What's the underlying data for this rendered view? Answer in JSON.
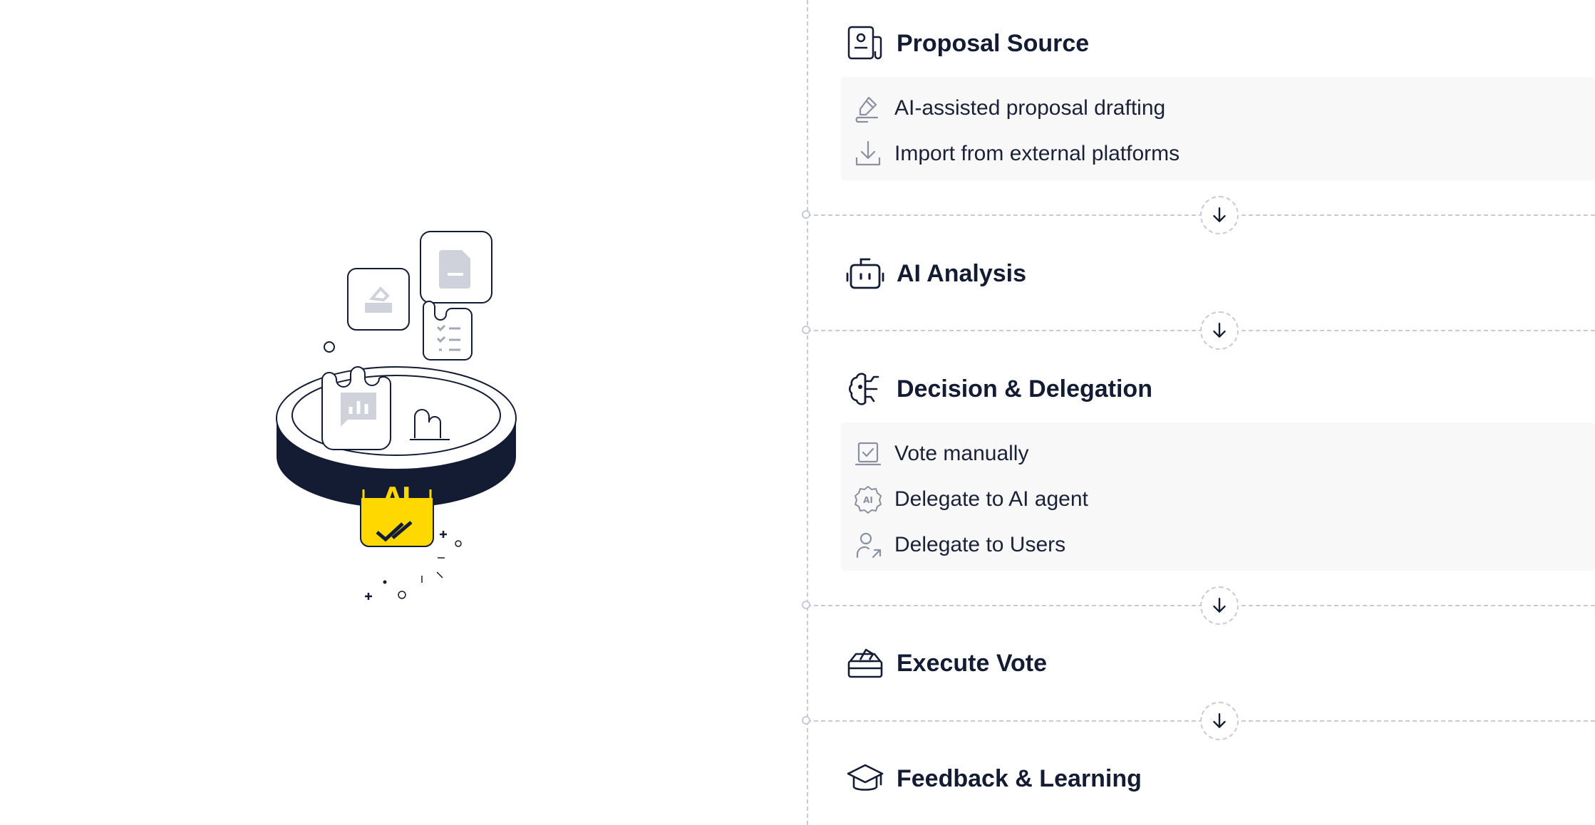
{
  "steps": [
    {
      "title": "Proposal Source",
      "icon": "document-user-icon",
      "items": [
        {
          "label": "AI-assisted proposal drafting",
          "icon": "pen-signature-icon"
        },
        {
          "label": "Import from external platforms",
          "icon": "download-icon"
        }
      ]
    },
    {
      "title": "AI Analysis",
      "icon": "robot-icon",
      "items": []
    },
    {
      "title": "Decision & Delegation",
      "icon": "brain-circuit-icon",
      "items": [
        {
          "label": "Vote manually",
          "icon": "checkbox-ballot-icon"
        },
        {
          "label": "Delegate to AI agent",
          "icon": "ai-badge-icon"
        },
        {
          "label": "Delegate to Users",
          "icon": "user-forward-icon"
        }
      ]
    },
    {
      "title": "Execute Vote",
      "icon": "ballot-box-icon",
      "items": []
    },
    {
      "title": "Feedback & Learning",
      "icon": "graduation-cap-icon",
      "items": []
    }
  ],
  "illustration": {
    "badge_text": "AI"
  },
  "colors": {
    "navy": "#141c33",
    "accent_yellow": "#ffd800",
    "dashed_line": "#c6cbd7",
    "panel_bg": "#f8f8f9"
  }
}
